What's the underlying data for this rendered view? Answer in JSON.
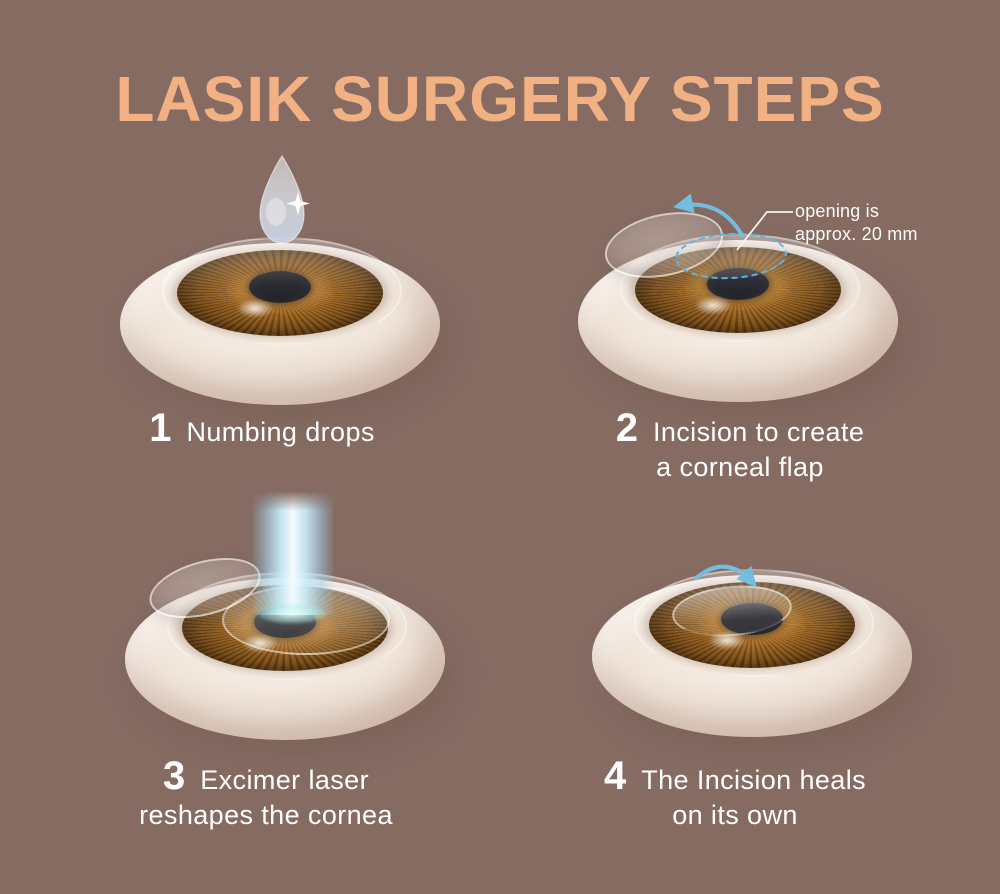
{
  "title": "LASIK SURGERY STEPS",
  "colors": {
    "background": "#856B62",
    "title": "#F1B183",
    "label_text": "#FFFFFF",
    "accent_blue": "#6FBCE0",
    "sclera_cream": "#F2E6DB",
    "iris_brown": "#9A6522",
    "pupil_dark": "#1E1E25",
    "laser_beam": "#D6F2FC"
  },
  "steps": [
    {
      "number": "1",
      "label_line1": "Numbing drops",
      "illustration": "eye-with-numbing-drop"
    },
    {
      "number": "2",
      "label_line1": "Incision to create",
      "label_line2": "a corneal flap",
      "illustration": "eye-with-lifted-corneal-flap",
      "annotation": {
        "line1": "opening is",
        "line2": "approx. 20 mm"
      }
    },
    {
      "number": "3",
      "label_line1": "Excimer laser",
      "label_line2": "reshapes the cornea",
      "illustration": "eye-with-excimer-laser-beam"
    },
    {
      "number": "4",
      "label_line1": "The Incision heals",
      "label_line2": "on its own",
      "illustration": "eye-with-healing-flap"
    }
  ]
}
